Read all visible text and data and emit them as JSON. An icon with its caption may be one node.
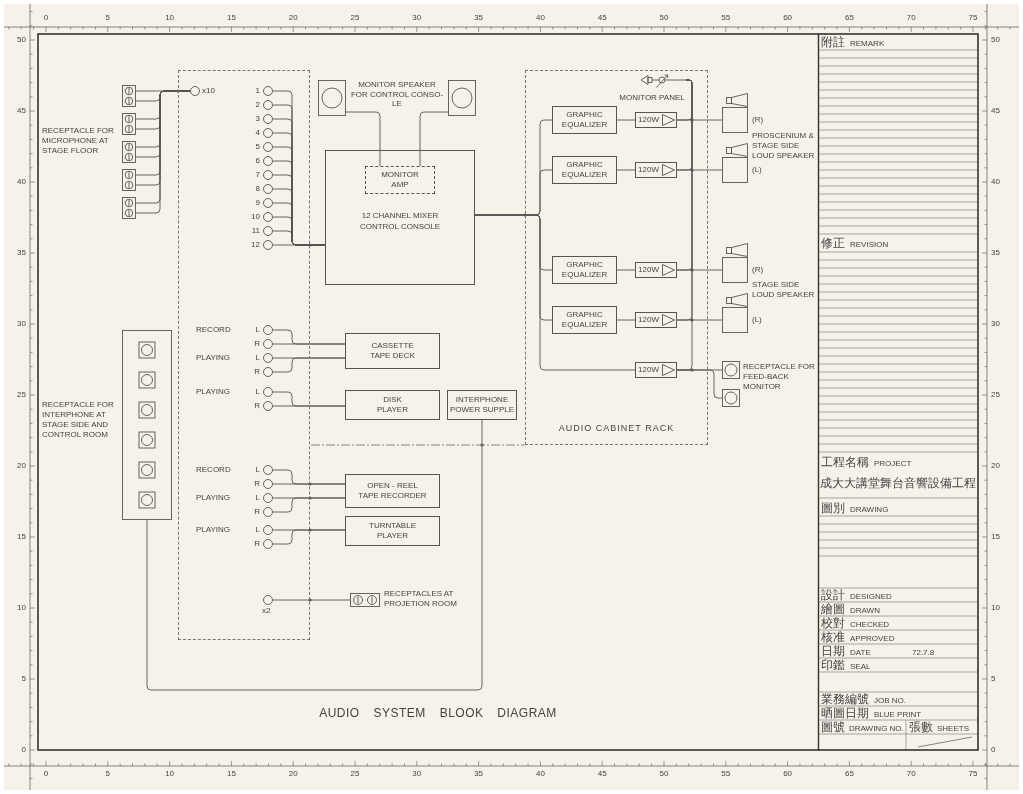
{
  "diagram": {
    "title": "AUDIO SYSTEM BLOOK DIAGRAM",
    "nodes": [
      {
        "text": [],
        "shape": "box"
      },
      {
        "text": [],
        "shape": "box"
      },
      {
        "text": [],
        "shape": "box"
      },
      {
        "text": [],
        "shape": "box"
      },
      {
        "text": [],
        "shape": "box"
      },
      {
        "text": [],
        "shape": "box"
      },
      {
        "text": [],
        "shape": "circle",
        "in": 5,
        "beside": [
          "x10"
        ]
      },
      {
        "text": [],
        "shape": "circle",
        "in": 5,
        "beside": [
          "1"
        ]
      },
      {
        "text": [],
        "shape": "circle",
        "in": 5,
        "beside": [
          "2"
        ]
      },
      {
        "text": [],
        "shape": "circle",
        "in": 5,
        "beside": [
          "3"
        ]
      },
      {
        "text": [],
        "shape": "circle",
        "in": 5,
        "beside": [
          "4"
        ]
      },
      {
        "text": [],
        "shape": "circle",
        "in": 5,
        "beside": [
          "5"
        ]
      },
      {
        "text": [],
        "shape": "circle",
        "in": 5,
        "beside": [
          "6"
        ]
      },
      {
        "text": [],
        "shape": "circle",
        "in": 5,
        "beside": [
          "7"
        ]
      },
      {
        "text": [],
        "shape": "circle",
        "in": 5,
        "beside": [
          "8"
        ]
      },
      {
        "text": [],
        "shape": "circle",
        "in": 5,
        "beside": [
          "9"
        ]
      },
      {
        "text": [],
        "shape": "circle",
        "in": 5,
        "beside": [
          "10"
        ]
      },
      {
        "text": [],
        "shape": "circle",
        "in": 5,
        "beside": [
          "11"
        ]
      },
      {
        "text": [],
        "shape": "circle",
        "in": 5,
        "beside": [
          "12"
        ]
      },
      {
        "text": [],
        "shape": "picture"
      },
      {
        "text": [],
        "shape": "picture"
      },
      {
        "text": [
          "12 CHANNEL MIXER CONTROL CONSOLE"
        ]
      },
      {
        "text": [
          "MONITOR AMP"
        ],
        "in": 21
      },
      {
        "text": [
          "AUDIO CABINET RACK"
        ]
      },
      {
        "text": [
          "MONITOR PANEL"
        ],
        "in": 23
      },
      {
        "text": [
          "GRAPHIC EQUALIZER"
        ],
        "in": 23
      },
      {
        "text": [
          "120W"
        ],
        "in": 23
      },
      {
        "text": [],
        "shape": "box",
        "beside": [
          "(R)"
        ]
      },
      {
        "text": [
          "GRAPHIC EQUALIZER"
        ],
        "in": 23
      },
      {
        "text": [
          "120W"
        ],
        "in": 23
      },
      {
        "text": [],
        "shape": "box",
        "beside": [
          "(L)"
        ]
      },
      {
        "text": [
          "GRAPHIC EQUALIZER"
        ],
        "in": 23
      },
      {
        "text": [
          "120W"
        ],
        "in": 23
      },
      {
        "text": [],
        "shape": "box",
        "beside": [
          "(R)"
        ]
      },
      {
        "text": [
          "GRAPHIC EQUALIZER"
        ],
        "in": 23
      },
      {
        "text": [
          "120W"
        ],
        "in": 23
      },
      {
        "text": [],
        "shape": "box",
        "beside": [
          "(L)"
        ]
      },
      {
        "text": [
          "120W"
        ],
        "in": 23
      },
      {
        "text": [],
        "shape": "box"
      },
      {
        "text": [],
        "shape": "box"
      },
      {
        "text": [],
        "shape": "box",
        "beside": [
          "RECEPTACLE FOR INTERPHONE AT STAGE SIDE AND CONTROL ROOM"
        ]
      },
      {
        "text": [],
        "shape": "circle",
        "in": 5,
        "beside": [
          "L"
        ]
      },
      {
        "text": [],
        "shape": "circle",
        "in": 5,
        "beside": [
          "R"
        ]
      },
      {
        "text": [],
        "shape": "circle",
        "in": 5,
        "beside": [
          "L"
        ]
      },
      {
        "text": [],
        "shape": "circle",
        "in": 5,
        "beside": [
          "R"
        ]
      },
      {
        "text": [
          "CASSETTE TAPE DECK"
        ]
      },
      {
        "text": [],
        "shape": "circle",
        "in": 5,
        "beside": [
          "L"
        ]
      },
      {
        "text": [],
        "shape": "circle",
        "in": 5,
        "beside": [
          "R"
        ]
      },
      {
        "text": [
          "DISK PLAYER"
        ]
      },
      {
        "text": [
          "INTERPHONE POWER SUPPLE"
        ]
      },
      {
        "text": [],
        "shape": "circle",
        "in": 5,
        "beside": [
          "L"
        ]
      },
      {
        "text": [],
        "shape": "circle",
        "in": 5,
        "beside": [
          "R"
        ]
      },
      {
        "text": [],
        "shape": "circle",
        "in": 5,
        "beside": [
          "L"
        ]
      },
      {
        "text": [],
        "shape": "circle",
        "in": 5,
        "beside": [
          "R"
        ]
      },
      {
        "text": [
          "OPEN - REEL TAPE RECORDER"
        ]
      },
      {
        "text": [],
        "shape": "circle",
        "in": 5,
        "beside": [
          "L"
        ]
      },
      {
        "text": [],
        "shape": "circle",
        "in": 5,
        "beside": [
          "R"
        ]
      },
      {
        "text": [
          "TURNTABLE PLAYER"
        ]
      },
      {
        "text": [],
        "shape": "circle",
        "in": 5,
        "beside": [
          "x2"
        ]
      },
      {
        "text": [],
        "shape": "box",
        "beside": [
          "RECEPTACLES AT PROJETION ROOM"
        ]
      }
    ],
    "edges": [
      {
        "from": 0,
        "to": 6,
        "arrow": "none"
      },
      {
        "from": 0,
        "to": 6,
        "arrow": "none"
      },
      {
        "from": 1,
        "to": 6,
        "arrow": "none"
      },
      {
        "from": 1,
        "to": 6,
        "arrow": "none"
      },
      {
        "from": 2,
        "to": 6,
        "arrow": "none"
      },
      {
        "from": 2,
        "to": 6,
        "arrow": "none"
      },
      {
        "from": 3,
        "to": 6,
        "arrow": "none"
      },
      {
        "from": 3,
        "to": 6,
        "arrow": "none"
      },
      {
        "from": 4,
        "to": 6,
        "arrow": "none"
      },
      {
        "from": 4,
        "to": 6,
        "arrow": "none"
      },
      {
        "from": 7,
        "to": 21,
        "arrow": "none"
      },
      {
        "from": 8,
        "to": 21,
        "arrow": "none"
      },
      {
        "from": 9,
        "to": 21,
        "arrow": "none"
      },
      {
        "from": 10,
        "to": 21,
        "arrow": "none"
      },
      {
        "from": 11,
        "to": 21,
        "arrow": "none"
      },
      {
        "from": 12,
        "to": 21,
        "arrow": "none"
      },
      {
        "from": 13,
        "to": 21,
        "arrow": "none"
      },
      {
        "from": 14,
        "to": 21,
        "arrow": "none"
      },
      {
        "from": 15,
        "to": 21,
        "arrow": "none"
      },
      {
        "from": 16,
        "to": 21,
        "arrow": "none"
      },
      {
        "from": 17,
        "to": 21,
        "arrow": "none"
      },
      {
        "from": 18,
        "to": 21,
        "arrow": "none"
      },
      {
        "from": 19,
        "to": 22,
        "arrow": "none"
      },
      {
        "from": 20,
        "to": 22,
        "arrow": "none"
      },
      {
        "from": 21,
        "to": 25,
        "arrow": "none"
      },
      {
        "from": 21,
        "to": 28,
        "arrow": "none"
      },
      {
        "from": 21,
        "to": 31,
        "arrow": "none"
      },
      {
        "from": 21,
        "to": 34,
        "arrow": "none"
      },
      {
        "from": 21,
        "to": 37,
        "arrow": "none"
      },
      {
        "from": 25,
        "to": 26,
        "arrow": "none"
      },
      {
        "from": 28,
        "to": 29,
        "arrow": "none"
      },
      {
        "from": 31,
        "to": 32,
        "arrow": "none"
      },
      {
        "from": 34,
        "to": 35,
        "arrow": "none"
      },
      {
        "from": 26,
        "to": 27,
        "arrow": "none"
      },
      {
        "from": 29,
        "to": 30,
        "arrow": "none"
      },
      {
        "from": 32,
        "to": 33,
        "arrow": "none"
      },
      {
        "from": 35,
        "to": 36,
        "arrow": "none"
      },
      {
        "from": 37,
        "to": 38,
        "arrow": "none"
      },
      {
        "from": 37,
        "to": 39,
        "arrow": "none"
      },
      {
        "from": 26,
        "to": 24,
        "arrow": "none"
      },
      {
        "from": 29,
        "to": 24,
        "arrow": "none"
      },
      {
        "from": 32,
        "to": 24,
        "arrow": "none"
      },
      {
        "from": 35,
        "to": 24,
        "arrow": "none"
      },
      {
        "from": 37,
        "to": 24,
        "arrow": "none"
      },
      {
        "from": 40,
        "to": 49,
        "arrow": "none"
      },
      {
        "from": 41,
        "to": 45,
        "arrow": "none"
      },
      {
        "from": 42,
        "to": 45,
        "arrow": "none"
      },
      {
        "from": 43,
        "to": 45,
        "arrow": "none"
      },
      {
        "from": 44,
        "to": 45,
        "arrow": "none"
      },
      {
        "from": 46,
        "to": 48,
        "arrow": "none"
      },
      {
        "from": 47,
        "to": 48,
        "arrow": "none"
      },
      {
        "from": 50,
        "to": 54,
        "arrow": "none"
      },
      {
        "from": 51,
        "to": 54,
        "arrow": "none"
      },
      {
        "from": 52,
        "to": 54,
        "arrow": "none"
      },
      {
        "from": 53,
        "to": 54,
        "arrow": "none"
      },
      {
        "from": 55,
        "to": 57,
        "arrow": "none"
      },
      {
        "from": 56,
        "to": 57,
        "arrow": "none"
      },
      {
        "from": 58,
        "to": 59,
        "arrow": "none"
      }
    ],
    "labels": [
      "0",
      "5",
      "10",
      "15",
      "20",
      "25",
      "30",
      "35",
      "40",
      "45",
      "50",
      "55",
      "60",
      "65",
      "70",
      "75",
      "附註",
      "REMARK",
      "修正",
      "REVISION",
      "工程名稱",
      "PROJECT",
      "成大大講堂舞台音響設備工程",
      "圖別",
      "DRAWING",
      "設計",
      "DESIGNED",
      "繪圖",
      "DRAWN",
      "校對",
      "CHECKED",
      "核准",
      "APPROVED",
      "日期",
      "DATE",
      "72.7.8",
      "印鑑",
      "SEAL",
      "業務編號",
      "JOB NO.",
      "晒圖日期",
      "BLUE PRINT",
      "圖號",
      "DRAWING NO.",
      "張數",
      "SHEETS",
      "RECEPTACLE FOR MICROPHONE AT STAGE FLOOR",
      "MONITOR SPEAKER FOR CONTROL CONSO- LE",
      "PROSCENIUM & STAGE SIDE LOUD SPEAKER",
      "STAGE SIDE LOUD SPEAKER",
      "RECEPTACLE FOR FEED-BACK MONITOR",
      "RECORD",
      "PLAYING",
      "PLAYING",
      "RECORD",
      "PLAYING",
      "PLAYING",
      "50",
      "45",
      "40",
      "35",
      "30",
      "25",
      "20",
      "15",
      "10",
      "5",
      "0",
      "50",
      "45",
      "40",
      "35",
      "30",
      "25",
      "20",
      "15",
      "10",
      "5",
      "0",
      "0",
      "5",
      "10",
      "15",
      "20",
      "25",
      "30",
      "35",
      "40",
      "45",
      "50",
      "55",
      "60",
      "65",
      "70",
      "75"
    ]
  }
}
